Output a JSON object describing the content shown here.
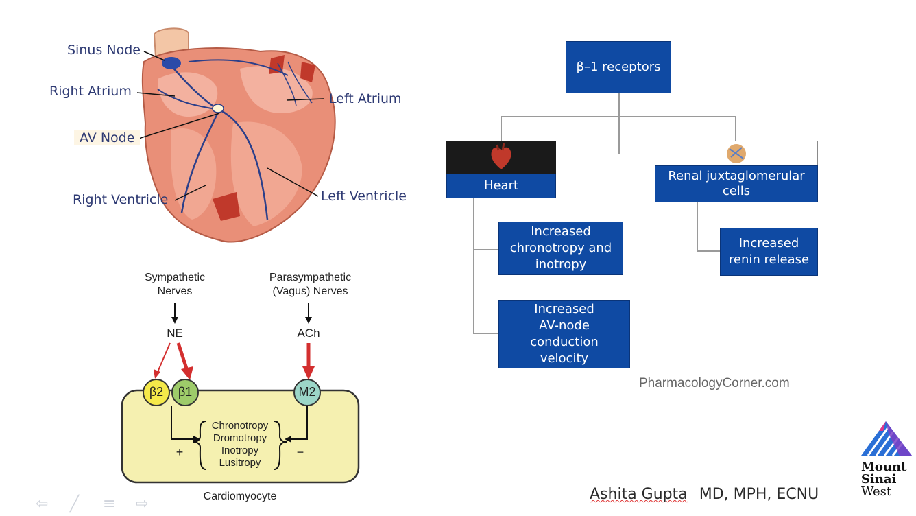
{
  "heart": {
    "labels": {
      "sinus_node": "Sinus Node",
      "right_atrium": "Right Atrium",
      "av_node": "AV Node",
      "right_ventricle": "Right Ventricle",
      "left_atrium": "Left Atrium",
      "left_ventricle": "Left Ventricle"
    }
  },
  "nerves": {
    "sympathetic": [
      "Sympathetic",
      "Nerves"
    ],
    "parasympathetic": [
      "Parasympathetic",
      "(Vagus) Nerves"
    ],
    "ne": "NE",
    "ach": "ACh",
    "receptors": {
      "b2": "β2",
      "b1": "β1",
      "m2": "M2"
    },
    "effects": [
      "Chronotropy",
      "Dromotropy",
      "Inotropy",
      "Lusitropy"
    ],
    "plus": "+",
    "minus": "−",
    "cell_label": "Cardiomyocyte"
  },
  "flowchart": {
    "root": "β–1 receptors",
    "heart": "Heart",
    "renal": [
      "Renal juxtaglomerular",
      "cells"
    ],
    "heart_effects": [
      [
        "Increased",
        "chronotropy and",
        "inotropy"
      ],
      [
        "Increased",
        "AV-node",
        "conduction",
        "velocity"
      ]
    ],
    "renal_effect": [
      "Increased",
      "renin release"
    ],
    "source": "PharmacologyCorner.com"
  },
  "footer": {
    "author": "Ashita Gupta",
    "credentials": "MD, MPH, ECNU",
    "logo": [
      "Mount",
      "Sinai",
      "West"
    ]
  },
  "colors": {
    "flow_blue": "#0f4aa3",
    "heart_red": "#e8806a",
    "cell_yellow": "#f5f0b0",
    "logo_blue": "#2a6fd6",
    "logo_purple": "#7a3fc6"
  }
}
